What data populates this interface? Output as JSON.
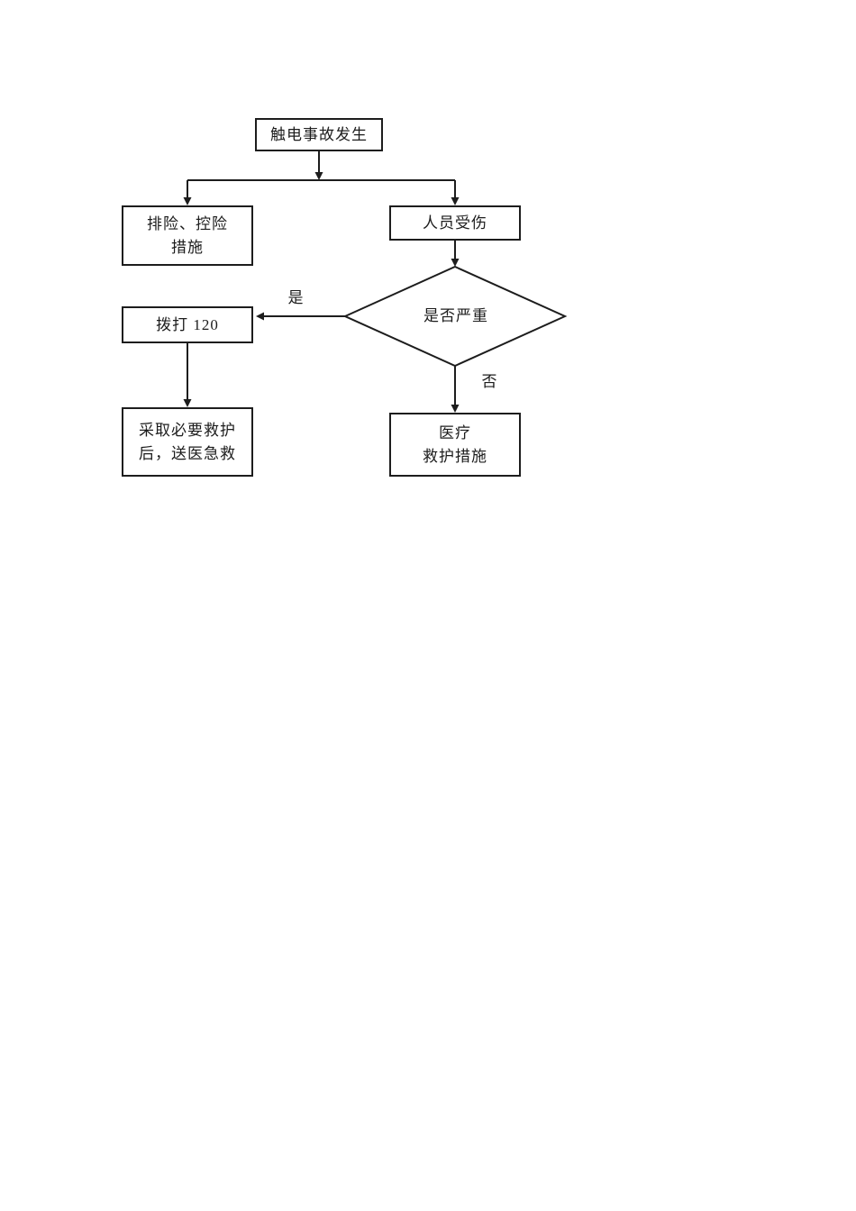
{
  "flowchart": {
    "colors": {
      "stroke": "#1d1d1d",
      "background": "#ffffff"
    },
    "nodes": {
      "start": {
        "label": "触电事故发生"
      },
      "risk_control": {
        "line1": "排险、控险",
        "line2": "措施"
      },
      "person_injured": {
        "label": "人员受伤"
      },
      "severity_decision": {
        "label": "是否严重"
      },
      "call_120": {
        "label": "拨打 120"
      },
      "rescue_then_send": {
        "line1": "采取必要救护",
        "line2": "后，送医急救"
      },
      "medical_rescue": {
        "line1": "医疗",
        "line2": "救护措施"
      }
    },
    "edge_labels": {
      "yes": "是",
      "no": "否"
    }
  }
}
